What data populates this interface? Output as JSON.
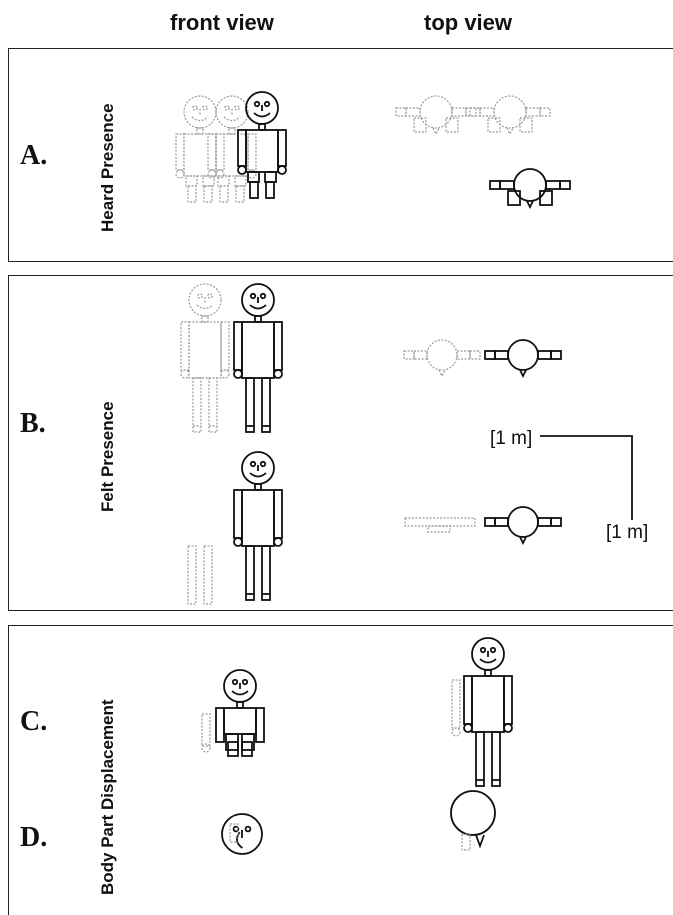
{
  "headers": {
    "front_view": "front view",
    "top_view": "top view"
  },
  "panels": {
    "a": {
      "letter": "A.",
      "label": "Heard Presence"
    },
    "b": {
      "letter": "B.",
      "label": "Felt Presence"
    },
    "cd": {
      "letter_c": "C.",
      "letter_d": "D.",
      "label": "Body Part Displacement"
    }
  },
  "scale": {
    "horizontal": "[1 m]",
    "vertical": "[1 m]"
  }
}
